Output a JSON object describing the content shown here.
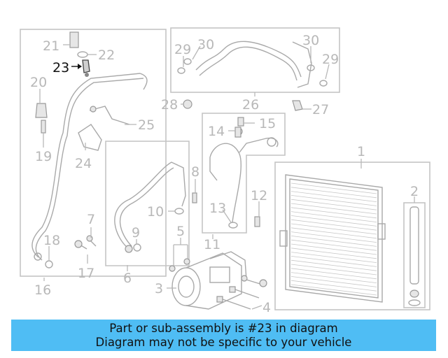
{
  "callouts": {
    "c1": "1",
    "c2": "2",
    "c3": "3",
    "c4": "4",
    "c5": "5",
    "c6": "6",
    "c7": "7",
    "c8": "8",
    "c9": "9",
    "c10": "10",
    "c11": "11",
    "c12": "12",
    "c13": "13",
    "c14": "14",
    "c15": "15",
    "c16": "16",
    "c17": "17",
    "c18": "18",
    "c19": "19",
    "c20": "20",
    "c21": "21",
    "c22": "22",
    "c23": "23",
    "c24": "24",
    "c25": "25",
    "c26": "26",
    "c27": "27",
    "c28": "28",
    "c29a": "29",
    "c29b": "29",
    "c30a": "30",
    "c30b": "30"
  },
  "highlight_part": "23",
  "colors": {
    "banner": "#4fbdf4",
    "callout": "#b8b8b8",
    "highlight": "#111111"
  },
  "banner": {
    "line1": "Part or sub-assembly is #23 in diagram",
    "line2": "Diagram may not be specific to your vehicle"
  }
}
